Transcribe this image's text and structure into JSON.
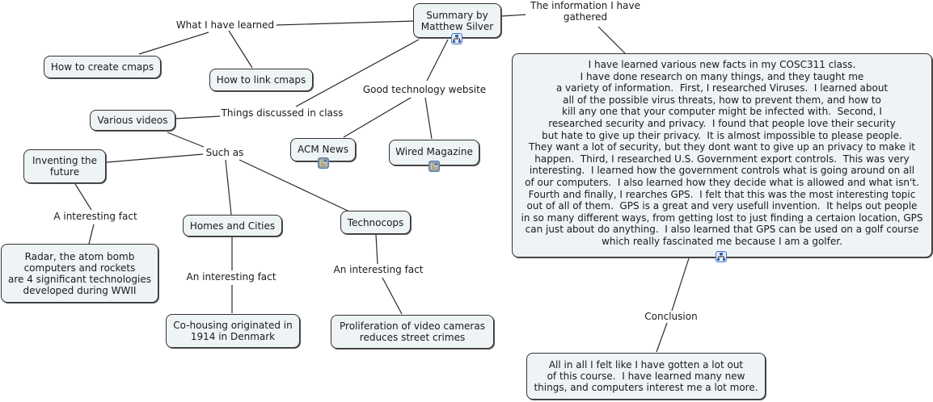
{
  "root": {
    "text": "Summary by\nMatthew Silver",
    "icon": "submap-icon"
  },
  "links": {
    "what_learned": "What I have learned",
    "info_gathered": "The information I have\ngathered",
    "things_discussed": "Things discussed in class",
    "good_tech": "Good technology website",
    "such_as": "Such as",
    "a_fact": "A interesting fact",
    "fact_homes": "An interesting fact",
    "fact_techno": "An interesting fact",
    "conclusion": "Conclusion"
  },
  "nodes": {
    "create_cmaps": "How to create cmaps",
    "link_cmaps": "How to link cmaps",
    "various_videos": "Various videos",
    "acm_news": {
      "text": "ACM News",
      "icon": "web-page-icon"
    },
    "wired": {
      "text": "Wired Magazine",
      "icon": "web-page-icon"
    },
    "inventing": "Inventing the\nfuture",
    "homes": "Homes and Cities",
    "technocops": "Technocops",
    "radar": "Radar, the atom bomb\ncomputers and rockets\nare 4 significant technologies\ndeveloped during WWII",
    "cohousing": "Co-housing originated in\n1914 in Denmark",
    "proliferation": "Proliferation of video cameras\nreduces street crimes",
    "summary_text": {
      "text": "I have learned various new facts in my COSC311 class.\nI have done research on many things, and they taught me\na variety of information.  First, I researched Viruses.  I learned about\nall of the possible virus threats, how to prevent them, and how to\nkill any one that your computer might be infected with.  Second, I\nresearched security and privacy.  I found that people love their security\nbut hate to give up their privacy.  It is almost impossible to please people.\nThey want a lot of security, but they dont want to give up an privacy to make it\nhappen.  Third, I researched U.S. Government export controls.  This was very\ninteresting.  I learned how the government controls what is going around on all\nof our computers.  I also learned how they decide what is allowed and what isn't.\nFourth and finally, I rearches GPS.  I felt that this was the most interesting topic\nout of all of them.  GPS is a great and very usefull invention.  It helps out people\nin so many different ways, from getting lost to just finding a certaion location, GPS\ncan just about do anything.  I also learned that GPS can be used on a golf course\nwhich really fascinated me because I am a golfer.",
      "icon": "submap-icon"
    },
    "conclusion_text": "All in all I felt like I have gotten a lot out\nof this course.  I have learned many new\nthings, and computers interest me a lot more."
  }
}
